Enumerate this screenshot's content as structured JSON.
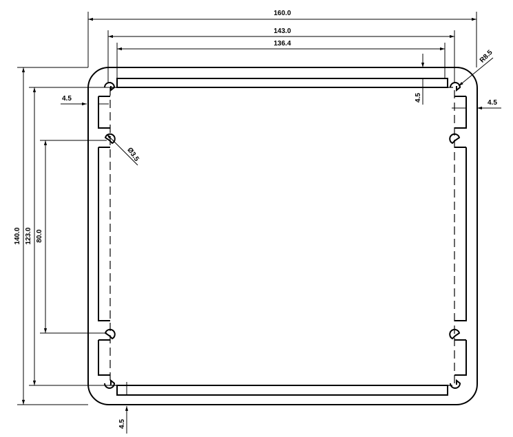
{
  "drawing": {
    "dimensions": {
      "overall_width": "160.0",
      "screw_pitch_width": "143.0",
      "inner_width": "136.4",
      "overall_height": "140.0",
      "screw_pitch_height": "123.0",
      "inner_screw_pitch": "80.0",
      "corner_radius": "R8.5",
      "hole_diameter": "Ø3.5",
      "wall_left": "4.5",
      "wall_right": "4.5",
      "wall_top": "4.5",
      "wall_bottom": "4.5"
    },
    "colors": {
      "line": "#000000",
      "background": "#ffffff"
    }
  }
}
